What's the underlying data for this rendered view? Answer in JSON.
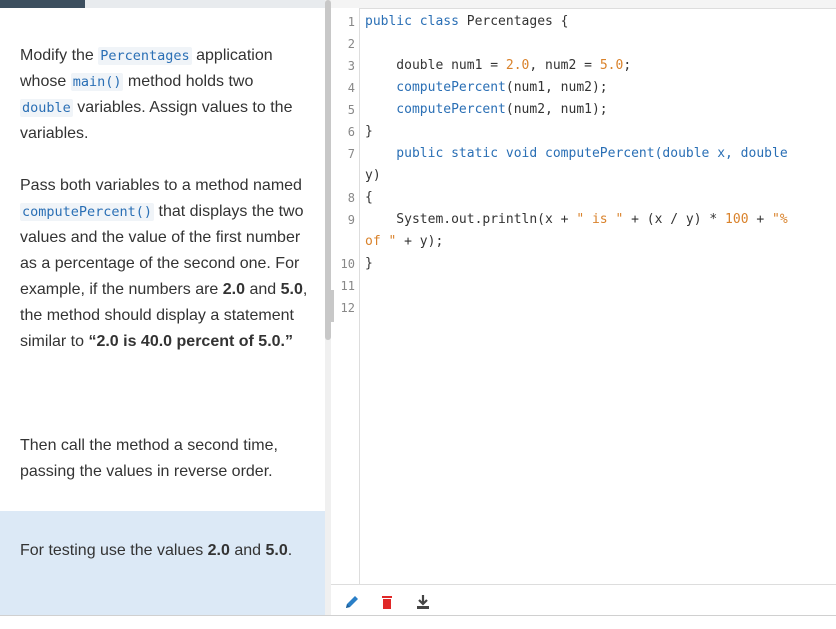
{
  "instructions": {
    "p1": {
      "t1": "Modify the ",
      "c1": "Percentages",
      "t2": " application whose ",
      "c2": "main()",
      "t3": " method holds two ",
      "c3": "double",
      "t4": " variables. Assign values to the variables."
    },
    "p2": {
      "t1": "Pass both variables to a method named ",
      "c1": "computePercent()",
      "t2": " that displays the two values and the value of the first number as a percentage of the second one. For example, if the numbers are ",
      "b1": "2.0",
      "t3": " and ",
      "b2": "5.0",
      "t4": ", the method should display a statement similar to ",
      "b3": "“2.0 is 40.0 percent of 5.0.”"
    },
    "p3": {
      "t1": "Then call the method a second time, passing the values in reverse order."
    },
    "note": {
      "t1": "For testing use the values ",
      "b1": "2.0",
      "t2": " and ",
      "b2": "5.0",
      "t3": "."
    }
  },
  "editor": {
    "line_numbers": [
      "1",
      "2",
      "3",
      "4",
      "5",
      "6",
      "7",
      "",
      "8",
      "9",
      "",
      "10",
      "11",
      "12"
    ],
    "lines": {
      "l1a": "public class ",
      "l1b": "Percentages {",
      "l3a": "    double num1 = ",
      "l3b": "2.0",
      ", ": "",
      "l3c": ", num2 = ",
      "l3d": "5.0",
      "l3e": ";",
      "l4a": "    computePercent",
      "l4b": "(num1, num2);",
      "l5a": "    computePercent",
      "l5b": "(num2, num1);",
      "l6": "}",
      "l7a": "    public static void ",
      "l7b": "computePercent",
      "l7c": "(double x, double",
      "l7d": "y)",
      "l8": "{",
      "l9a": "    System.out.println(x + ",
      "l9b": "\" is \"",
      "l9c": " + (x / y) * ",
      "l9d": "100",
      "l9e": " + ",
      "l9f": "\"%",
      "l9g": "of \"",
      "l9h": " + y);",
      "l10": "}"
    }
  },
  "toolbar": {
    "icons": [
      "pencil-icon",
      "trash-icon",
      "download-icon"
    ]
  },
  "colors": {
    "keyword": "#2a6fb5",
    "number": "#d9822b",
    "note_bg": "#dce9f6"
  }
}
